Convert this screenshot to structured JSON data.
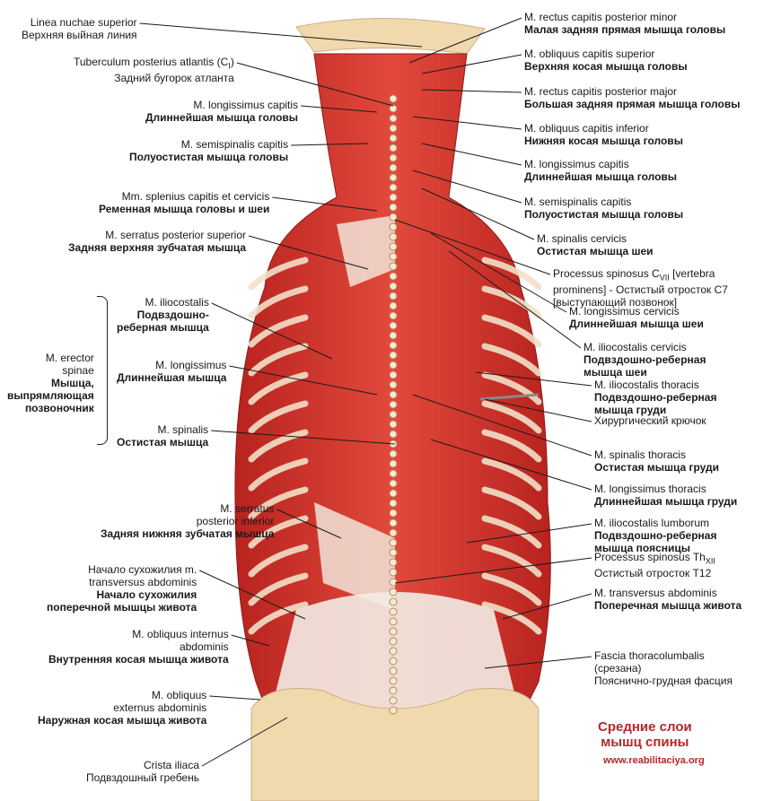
{
  "left_labels": [
    {
      "lat": "Linea nuchae superior",
      "ru": "Верхняя выйная линия",
      "ru_bold": false
    },
    {
      "lat": "Tuberculum posterius atlantis (C",
      "lat_sub": "I",
      "lat_tail": ")",
      "ru": "Задний бугорок атланта",
      "ru_bold": false
    },
    {
      "lat": "M. longissimus capitis",
      "ru": "Длиннейшая мышца головы",
      "ru_bold": true
    },
    {
      "lat": "M. semispinalis capitis",
      "ru": "Полуостистая мышца головы",
      "ru_bold": true
    },
    {
      "lat": "Mm. splenius capitis et cervicis",
      "ru": "Ременная мышца головы и шеи",
      "ru_bold": true
    },
    {
      "lat": "M. serratus posterior superior",
      "ru": "Задняя верхняя зубчатая мышца",
      "ru_bold": true
    },
    {
      "lat": "M. iliocostalis",
      "ru": "Подвздошно-\nреберная мышца",
      "ru_bold": true
    },
    {
      "lat": "M. longissimus",
      "ru": "Длиннейшая мышца",
      "ru_bold": true
    },
    {
      "lat": "M. spinalis",
      "ru": "Остистая мышца",
      "ru_bold": true
    },
    {
      "lat": "M. serratus\nposterior inferior",
      "ru": "Задняя нижняя зубчатая мышца",
      "ru_bold": true
    },
    {
      "lat": "Начало сухожилия m.\ntransversus abdominis",
      "ru": "Начало сухожилия\nпоперечной мышцы живота",
      "ru_bold": true
    },
    {
      "lat": "M. obliquus internus\nabdominis",
      "ru": "Внутренняя косая мышца живота",
      "ru_bold": true
    },
    {
      "lat": "M. obliquus\nexternus abdominis",
      "ru": "Наружная косая мышца живота",
      "ru_bold": true
    },
    {
      "lat": "Crista iliaca",
      "ru": "Подвздошный гребень",
      "ru_bold": false
    }
  ],
  "erector_group": {
    "lat": "M. erector\nspinae",
    "ru": "Мышца,\nвыпрямляющая\nпозвоночник"
  },
  "right_labels": [
    {
      "lat": "M. rectus capitis posterior minor",
      "ru": "Малая задняя прямая мышца головы",
      "ru_bold": true
    },
    {
      "lat": "M. obliquus capitis superior",
      "ru": "Верхняя косая мышца головы",
      "ru_bold": true
    },
    {
      "lat": "M. rectus capitis posterior major",
      "ru": "Большая задняя прямая мышца головы",
      "ru_bold": true
    },
    {
      "lat": "M. obliquus capitis inferior",
      "ru": "Нижняя косая мышца головы",
      "ru_bold": true
    },
    {
      "lat": "M. longissimus capitis",
      "ru": "Длиннейшая мышца головы",
      "ru_bold": true
    },
    {
      "lat": "M. semispinalis capitis",
      "ru": "Полуостистая мышца головы",
      "ru_bold": true
    },
    {
      "lat": "M. spinalis cervicis",
      "ru": "Остистая мышца шеи",
      "ru_bold": true
    },
    {
      "lat": "Processus spinosus C",
      "lat_sub": "VII",
      "lat_tail": " [vertebra\nprominens] - Остистый отросток С7\n[выступающий позвонок]",
      "ru": "",
      "ru_bold": false
    },
    {
      "lat": "M. longissimus cervicis",
      "ru": "Длиннейшая мышца шеи",
      "ru_bold": true
    },
    {
      "lat": "M. iliocostalis cervicis",
      "ru": "Подвздошно-реберная\nмышца шеи",
      "ru_bold": true
    },
    {
      "lat": "M. iliocostalis thoracis",
      "ru": "Подвздошно-реберная\nмышца груди",
      "ru_bold": true
    },
    {
      "lat": "Хирургический крючок",
      "ru": "",
      "ru_bold": false
    },
    {
      "lat": "M. spinalis thoracis",
      "ru": "Остистая мышца груди",
      "ru_bold": true
    },
    {
      "lat": "M. longissimus thoracis",
      "ru": "Длиннейшая мышца груди",
      "ru_bold": true
    },
    {
      "lat": "M. iliocostalis lumborum",
      "ru": "Подвздошно-реберная\nмышца поясницы",
      "ru_bold": true
    },
    {
      "lat": "Processus spinosus Th",
      "lat_sub": "XII",
      "lat_tail": "",
      "ru": "Остистый отросток Т12",
      "ru_bold": false
    },
    {
      "lat": "M. transversus abdominis",
      "ru": "Поперечная мышца живота",
      "ru_bold": true
    },
    {
      "lat": "Fascia thoracolumbalis\n(срезана)",
      "ru": "Пояснично-грудная фасция",
      "ru_bold": false
    }
  ],
  "title": "Средние слои\nмышц спины",
  "website": "www.reabilitaciya.org",
  "colors": {
    "muscle": "#d9332c",
    "muscle_dark": "#a81e1e",
    "tendon": "#f1e6dc",
    "bone": "#f0dcb4",
    "brand": "#b5282a"
  }
}
